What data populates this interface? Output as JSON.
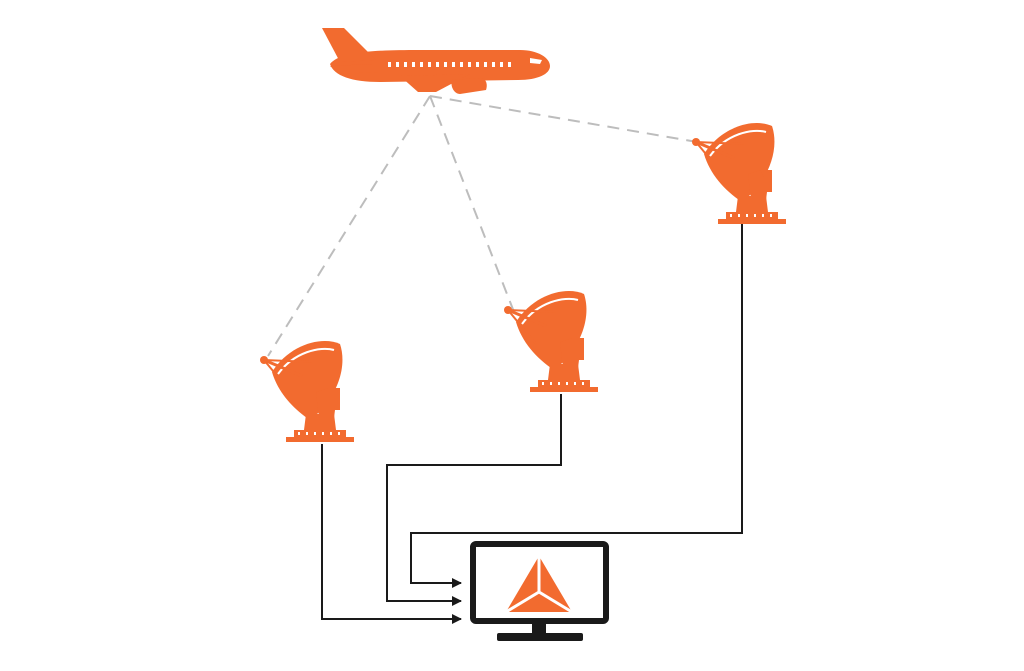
{
  "colors": {
    "accent": "#f26b2f",
    "signal_line": "#bdbdbd",
    "wire": "#1a1a1a",
    "monitor": "#1a1a1a",
    "background": "#ffffff"
  },
  "icons": {
    "aircraft": "airplane-icon",
    "ground_station": "satellite-dish-icon",
    "receiver": "monitor-icon",
    "receiver_logo": "triangle-logo-icon"
  },
  "diagram": {
    "aircraft_count": 1,
    "ground_station_count": 3,
    "receiver_count": 1,
    "signal_links": [
      "station-left",
      "station-middle",
      "station-right"
    ],
    "wired_links": [
      "station-left",
      "station-middle",
      "station-right"
    ]
  }
}
